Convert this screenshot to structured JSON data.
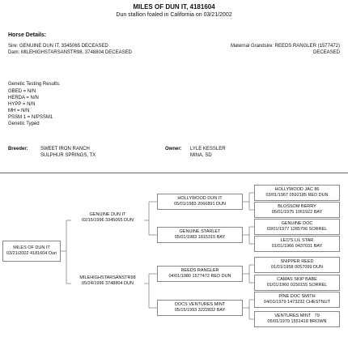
{
  "header": {
    "title": "MILES OF DUN IT, 4181604",
    "subtitle": "Dun stallion foaled in California on 03/21/2002"
  },
  "horse_details": {
    "heading": "Horse Details:",
    "sire": "Sire: GENUINE DUN IT, 3345065 DECEASED",
    "dam": "Dam: MILEHIGHSTARSANSTR98, 3748804 DECEASED",
    "maternal_grandsire": "Maternal Grandsire: REEDS RANGLER (1577472)",
    "maternal_grandsire_status": "DECEASED"
  },
  "genetic": {
    "heading": "Genetic Testing Results:",
    "results": [
      "GBED = N/N",
      "HERDA = N/N",
      "HYPP = N/N",
      "MH = N/N",
      "PSSM 1 = N/PSSM1",
      "Genetic Typed"
    ]
  },
  "breeder": {
    "label": "Breeder:",
    "name": "SWEET IRON RANCH",
    "location": "SULPHUR SPRINGS, TX"
  },
  "owner": {
    "label": "Owner:",
    "name": "LYLE KESSLER",
    "location": "MINA, SD"
  },
  "pedigree": {
    "subject": {
      "name": "MILES OF DUN IT",
      "detail": "03/21/2002 4181604 Dun"
    },
    "sire": {
      "name": "GENUINE DUN IT",
      "detail": "02/15/1996 3345065 DUN"
    },
    "dam": {
      "name": "MILEHIGHSTARSANSTR98",
      "detail": "05/24/1996 3748804 DUN"
    },
    "gen3": [
      {
        "name": "HOLLYWOOD DUN IT",
        "detail": "05/01/1983 2066891 DUN"
      },
      {
        "name": "GENUINE STARLET",
        "detail": "05/01/1983 1815315 BAY"
      },
      {
        "name": "REEDS RANGLER",
        "detail": "04/01/1980 1577472 RED DUN"
      },
      {
        "name": "DOCS VENTURES MINT",
        "detail": "05/15/1993 3222832 BAY"
      }
    ],
    "gen4": [
      {
        "name": "HOLLYWOOD JAC 86",
        "detail": "03/01/1967 0592185 RED DUN"
      },
      {
        "name": "BLOSSOM BERRY",
        "detail": "05/01/1975 1061922 BAY"
      },
      {
        "name": "GENUINE DOC",
        "detail": "03/01/1977 1285706 SORREL"
      },
      {
        "name": "LEO'S LIL STAR",
        "detail": "01/01/1966 0437031 BAY"
      },
      {
        "name": "SNIPPER REED",
        "detail": "01/01/1958 0057099 DUN"
      },
      {
        "name": "CAMAS SKIP BABE",
        "detail": "01/01/1960 0150155 SORREL"
      },
      {
        "name": "PINE DOC SMITH",
        "detail": "04/01/1979 1473232 CHESTNUT"
      },
      {
        "name": "VENTURES MINT   79",
        "detail": "05/01/1979 1551418 BROWN"
      }
    ]
  }
}
